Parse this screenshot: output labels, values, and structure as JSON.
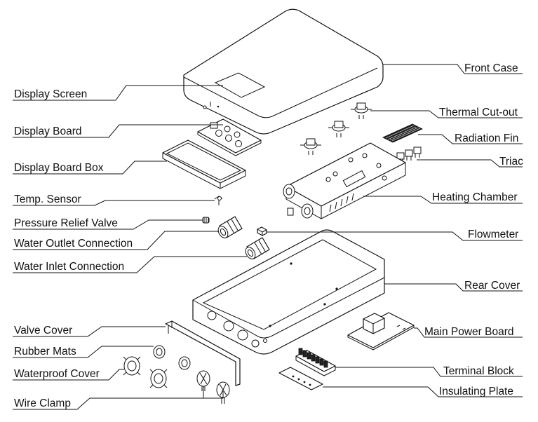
{
  "labels": {
    "front_case": "Front Case",
    "display_screen": "Display Screen",
    "thermal_cutout": "Thermal Cut-out",
    "display_board": "Display Board",
    "radiation_fin": "Radiation Fin",
    "display_board_box": "Display Board Box",
    "triac": "Triac",
    "temp_sensor": "Temp. Sensor",
    "heating_chamber": "Heating Chamber",
    "pressure_relief_valve": "Pressure Relief Valve",
    "flowmeter": "Flowmeter",
    "water_outlet_connection": "Water Outlet Connection",
    "water_inlet_connection": "Water Inlet Connection",
    "rear_cover": "Rear Cover",
    "valve_cover": "Valve Cover",
    "main_power_board": "Main Power Board",
    "rubber_mats": "Rubber Mats",
    "terminal_block": "Terminal Block",
    "waterproof_cover": "Waterproof Cover",
    "insulating_plate": "Insulating Plate",
    "wire_clamp": "Wire Clamp"
  }
}
